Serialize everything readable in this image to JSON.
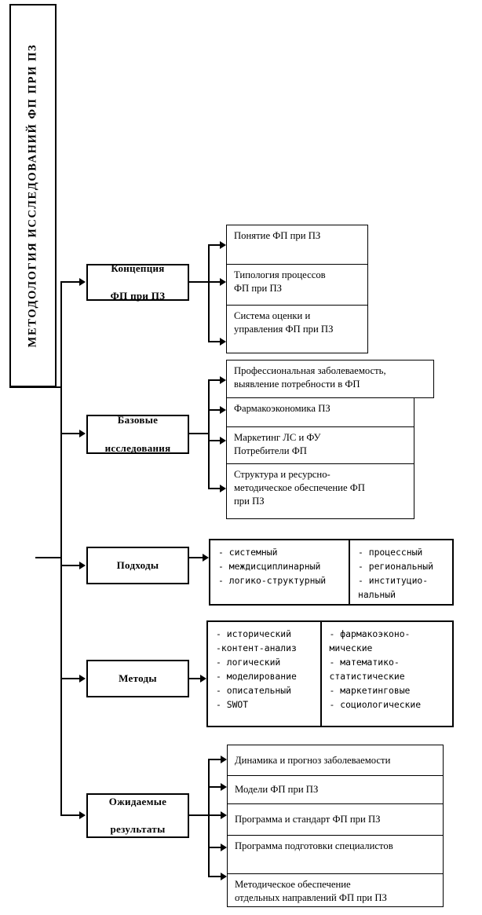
{
  "diagram": {
    "title": "МЕТОДОЛОГИЯ ИССЛЕДОВАНИЙ ФП ПРИ ПЗ",
    "branches": [
      {
        "id": "concept",
        "label_line1": "Концепция",
        "label_line2": "ФП при ПЗ",
        "items": [
          {
            "line1": "Понятие ФП при ПЗ",
            "line2": ""
          },
          {
            "line1": "Типология процессов",
            "line2": "ФП при ПЗ"
          },
          {
            "line1": "Система оценки и",
            "line2": "управления ФП при ПЗ"
          }
        ]
      },
      {
        "id": "basic-research",
        "label_line1": "Базовые",
        "label_line2": "исследования",
        "items": [
          {
            "line1": "Профессиональная заболеваемость,",
            "line2": "выявление потребности в ФП",
            "line3": ""
          },
          {
            "line1": "Фармакоэкономика ПЗ",
            "line2": "",
            "line3": ""
          },
          {
            "line1": "Маркетинг ЛС и ФУ",
            "line2": "Потребители ФП",
            "line3": ""
          },
          {
            "line1": "Структура и ресурсно-",
            "line2": "методическое обеспечение ФП",
            "line3": "при ПЗ"
          }
        ]
      },
      {
        "id": "approaches",
        "label_line1": "Подходы",
        "label_line2": "",
        "col_left": [
          "- системный",
          "- междисциплинарный",
          "- логико-структурный"
        ],
        "col_right": [
          "- процессный",
          "- региональный",
          "- институцио-",
          "нальный"
        ]
      },
      {
        "id": "methods",
        "label_line1": "Методы",
        "label_line2": "",
        "col_left": [
          "- исторический",
          "-контент-анализ",
          "- логический",
          "- моделирование",
          "- описательный",
          "- SWOT"
        ],
        "col_right": [
          "- фармакоэконо-",
          "мические",
          "- математико-",
          "статистические",
          "- маркетинговые",
          "- социологические"
        ]
      },
      {
        "id": "expected-results",
        "label_line1": "Ожидаемые",
        "label_line2": "результаты",
        "items": [
          {
            "line1": "Динамика и прогноз заболеваемости",
            "line2": ""
          },
          {
            "line1": "Модели ФП при ПЗ",
            "line2": ""
          },
          {
            "line1": "Программа и стандарт ФП при ПЗ",
            "line2": ""
          },
          {
            "line1": "Программа подготовки специалистов",
            "line2": ""
          },
          {
            "line1": "Методическое обеспечение",
            "line2": "отдельных направлений ФП при ПЗ"
          }
        ]
      }
    ],
    "colors": {
      "stroke": "#000000",
      "background": "#ffffff"
    }
  }
}
